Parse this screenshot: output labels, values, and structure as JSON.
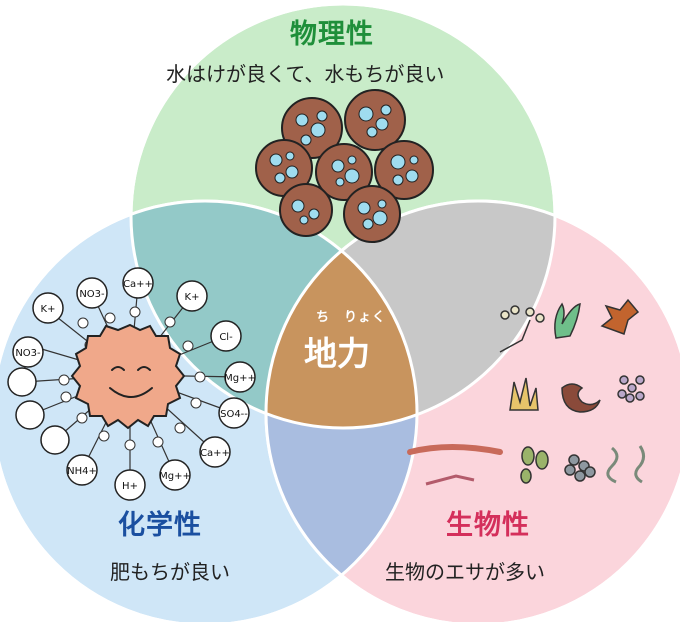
{
  "physical": {
    "title": "物理性",
    "subtitle": "水はけが良くて、水もちが良い",
    "color": "#1f8f3a"
  },
  "chemical": {
    "title": "化学性",
    "subtitle": "肥もちが良い",
    "color": "#1a4fa0"
  },
  "biological": {
    "title": "生物性",
    "subtitle": "生物のエサが多い",
    "color": "#d42f5b"
  },
  "center": {
    "label": "地力",
    "ruby_left": "ち",
    "ruby_right": "りょく"
  },
  "ions": [
    "NO3-",
    "Ca++",
    "K+",
    "K+",
    "Cl-",
    "NO3-",
    "Mg++",
    "SO4--",
    "Ca++",
    "Mg++",
    "H+",
    "NH4+"
  ],
  "colors": {
    "green_circle": "#c9ecc9",
    "blue_circle": "#cfe6f7",
    "pink_circle": "#fbd5dc",
    "center": "#c8945e"
  }
}
